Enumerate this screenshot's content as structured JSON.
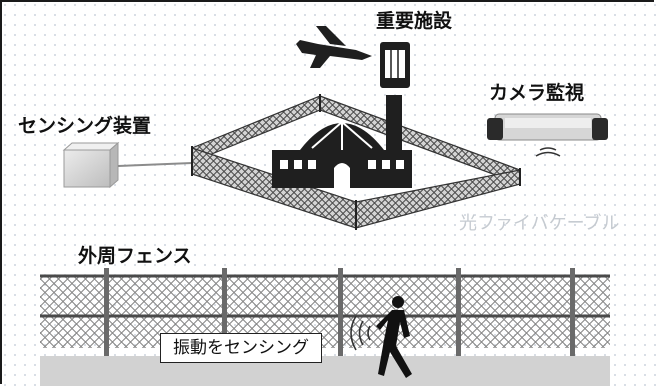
{
  "labels": {
    "important_facility": "重要施設",
    "sensing_device": "センシング装置",
    "camera_monitoring": "カメラ監視",
    "optical_fiber_cable": "光ファイバケーブル",
    "perimeter_fence": "外周フェンス",
    "vibration_sensing": "振動をセンシング"
  },
  "colors": {
    "text": "#111111",
    "fiber_label": "#c6cbd1",
    "building": "#1f1f1f",
    "fence_mesh": "#6b6b6b",
    "device": "#d9d9d9"
  },
  "icons": [
    "airplane-icon",
    "smartphone-icon",
    "factory-icon",
    "camera-icon",
    "pedestrian-icon",
    "vibration-waves-icon",
    "sensor-box-icon"
  ]
}
